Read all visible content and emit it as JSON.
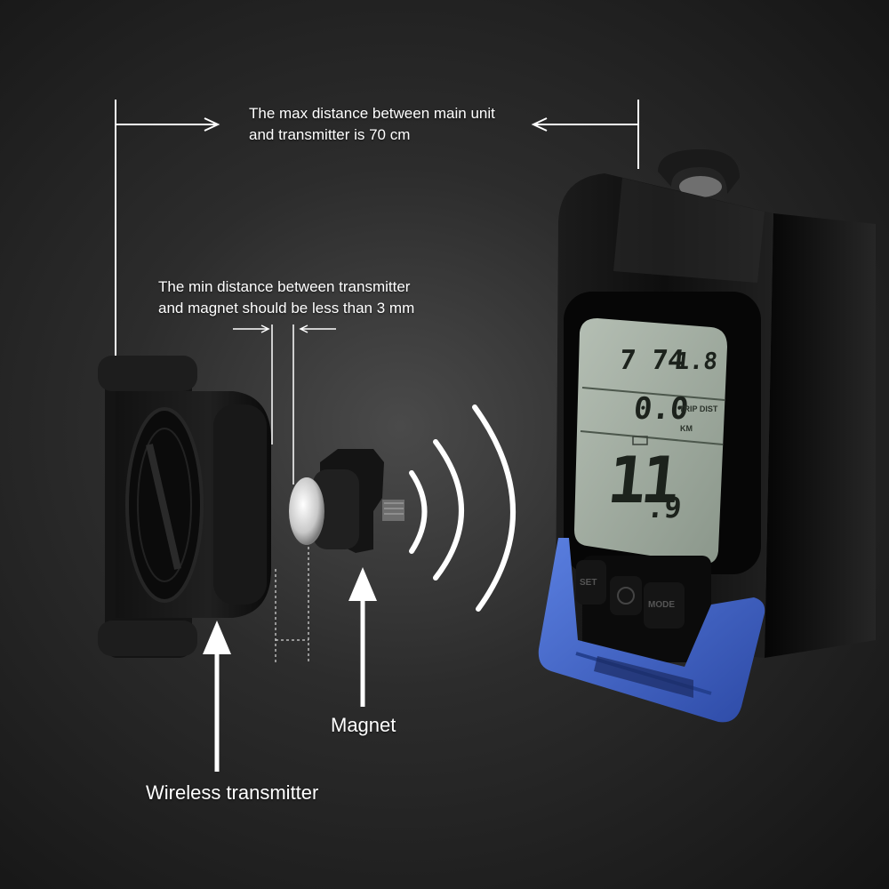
{
  "annotations": {
    "max_distance_line1": "The max distance between main unit",
    "max_distance_line2": "and transmitter is  70 cm",
    "min_distance_line1": "The min distance between transmitter",
    "min_distance_line2": "and magnet should be less than 3 mm",
    "magnet_label": "Magnet",
    "transmitter_label": "Wireless transmitter"
  },
  "display": {
    "odometer": "7 74",
    "odometer_decimal": "1.8",
    "trip_value": "0.0",
    "trip_label": "TRIP DIST",
    "trip_unit": "KM",
    "speed_whole": "11",
    "speed_decimal": ".9"
  },
  "buttons": {
    "left": "SET",
    "right": "MODE"
  },
  "colors": {
    "mount_blue": "#3f63c9",
    "lcd_background": "#9aa59a",
    "annotation": "#ffffff"
  }
}
